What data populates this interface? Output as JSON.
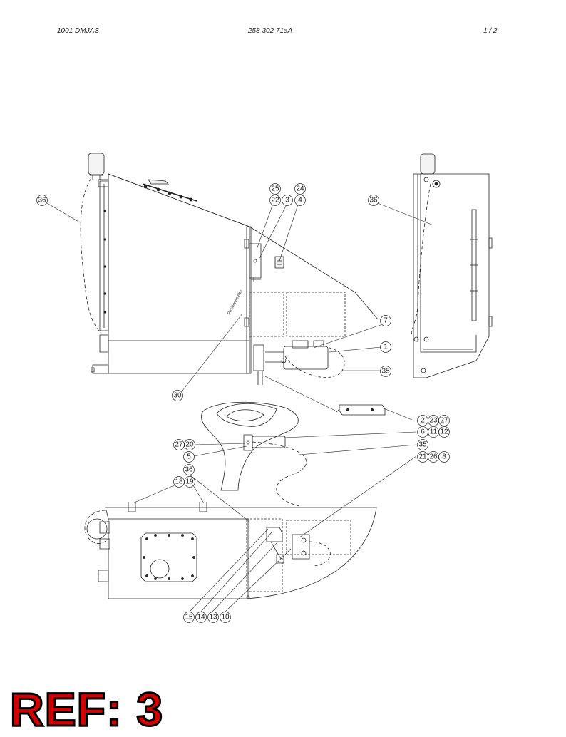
{
  "header": {
    "left": "1001 DMJAS",
    "center": "258 302 71aA",
    "right": "1 /  2"
  },
  "callouts": {
    "c36a": "36",
    "c36b": "36",
    "c36c": "36",
    "c25": "25",
    "c24": "24",
    "c22": "22",
    "c3": "3",
    "c4": "4",
    "c7": "7",
    "c1": "1",
    "c35a": "35",
    "c30": "30",
    "c2": "2",
    "c23": "23",
    "c27a": "27",
    "c6": "6",
    "c11": "11",
    "c12": "12",
    "c27b": "27",
    "c20": "20",
    "c5": "5",
    "c35b": "35",
    "c21": "21",
    "c26": "26",
    "c8": "8",
    "c18": "18",
    "c19": "19",
    "c15": "15",
    "c14": "14",
    "c13": "13",
    "c10": "10"
  },
  "rotated_label": "Positionsstelle",
  "reference": "REF: 3"
}
